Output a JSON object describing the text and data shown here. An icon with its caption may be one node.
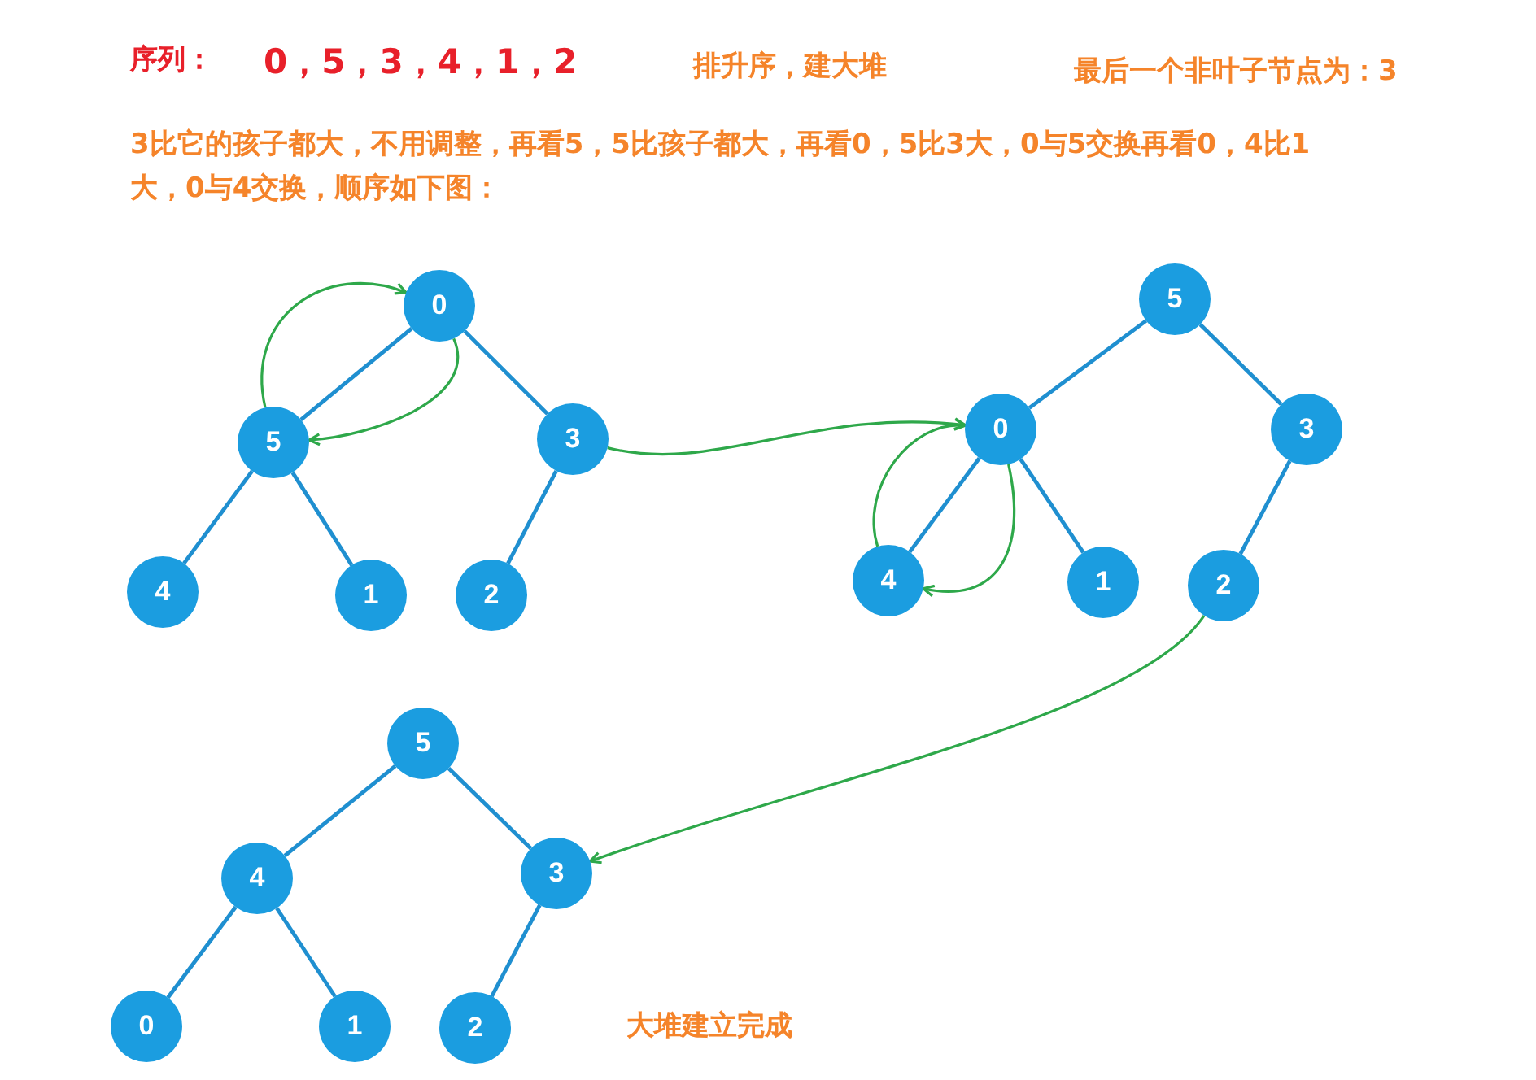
{
  "diagram": {
    "nodes": [
      {
        "text": [
          "0"
        ]
      },
      {
        "text": [
          "5"
        ]
      },
      {
        "text": [
          "3"
        ]
      },
      {
        "text": [
          "4"
        ]
      },
      {
        "text": [
          "1"
        ]
      },
      {
        "text": [
          "2"
        ]
      },
      {
        "text": [
          "5"
        ]
      },
      {
        "text": [
          "0"
        ]
      },
      {
        "text": [
          "3"
        ]
      },
      {
        "text": [
          "4"
        ]
      },
      {
        "text": [
          "1"
        ]
      },
      {
        "text": [
          "2"
        ]
      },
      {
        "text": [
          "5"
        ]
      },
      {
        "text": [
          "4"
        ]
      },
      {
        "text": [
          "3"
        ]
      },
      {
        "text": [
          "0"
        ]
      },
      {
        "text": [
          "1"
        ]
      },
      {
        "text": [
          "2"
        ]
      }
    ],
    "edges": [
      {
        "from": 0,
        "to": 1,
        "arrow": "none"
      },
      {
        "from": 0,
        "to": 2,
        "arrow": "none"
      },
      {
        "from": 1,
        "to": 3,
        "arrow": "none"
      },
      {
        "from": 1,
        "to": 4,
        "arrow": "none"
      },
      {
        "from": 2,
        "to": 5,
        "arrow": "none"
      },
      {
        "from": 1,
        "to": 0,
        "arrow": "to",
        "color": "#2ea84a"
      },
      {
        "from": 0,
        "to": 1,
        "arrow": "to",
        "color": "#2ea84a"
      },
      {
        "from": 2,
        "to": 7,
        "arrow": "to",
        "color": "#2ea84a"
      },
      {
        "from": 6,
        "to": 7,
        "arrow": "none"
      },
      {
        "from": 6,
        "to": 8,
        "arrow": "none"
      },
      {
        "from": 7,
        "to": 9,
        "arrow": "none"
      },
      {
        "from": 7,
        "to": 10,
        "arrow": "none"
      },
      {
        "from": 8,
        "to": 11,
        "arrow": "none"
      },
      {
        "from": 9,
        "to": 7,
        "arrow": "to",
        "color": "#2ea84a"
      },
      {
        "from": 7,
        "to": 9,
        "arrow": "to",
        "color": "#2ea84a"
      },
      {
        "from": 11,
        "to": 14,
        "arrow": "to",
        "color": "#2ea84a"
      },
      {
        "from": 12,
        "to": 13,
        "arrow": "none"
      },
      {
        "from": 12,
        "to": 14,
        "arrow": "none"
      },
      {
        "from": 13,
        "to": 15,
        "arrow": "none"
      },
      {
        "from": 13,
        "to": 16,
        "arrow": "none"
      },
      {
        "from": 14,
        "to": 17,
        "arrow": "none"
      }
    ],
    "labels": [
      "序列：",
      "0，5，3，4，1，2",
      "排升序，建大堆",
      "最后一个非叶子节点为：3",
      "3比它的孩子都大，不用调整，再看5，5比孩子都大，再看0，5比3大，0与5交换再看0，4比1大，0与4交换，顺序如下图：",
      "大堆建立完成"
    ]
  }
}
